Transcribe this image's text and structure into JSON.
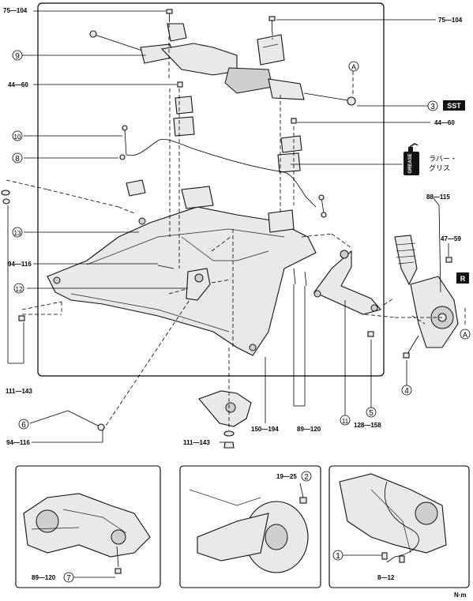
{
  "torque_labels": {
    "t_75_104_left": "75—104",
    "t_75_104_right": "75—104",
    "t_44_60_left": "44—60",
    "t_44_60_right": "44—60",
    "t_88_115": "88—115",
    "t_47_59": "47—59",
    "t_94_116_mid": "94—116",
    "t_94_116_low": "94—116",
    "t_111_143_left": "111—143",
    "t_111_143_mid": "111—143",
    "t_150_194": "150—194",
    "t_89_120": "89—120",
    "t_128_158": "128—158",
    "t_19_25": "19—25",
    "t_89_120_inset": "89—120",
    "t_8_12": "8—12"
  },
  "callouts": {
    "c1": "1",
    "c2": "2",
    "c3": "3",
    "c4": "4",
    "c5": "5",
    "c6": "6",
    "c7": "7",
    "c8": "8",
    "c9": "9",
    "c10": "10",
    "c11": "11",
    "c12": "12",
    "c13": "13",
    "cA_top": "A",
    "cA_right": "A"
  },
  "badges": {
    "sst": "SST",
    "r": "R"
  },
  "grease_note": {
    "line1": "ラバー・",
    "line2": "グリス",
    "can_text": "GREASE"
  },
  "unit": "N·m"
}
